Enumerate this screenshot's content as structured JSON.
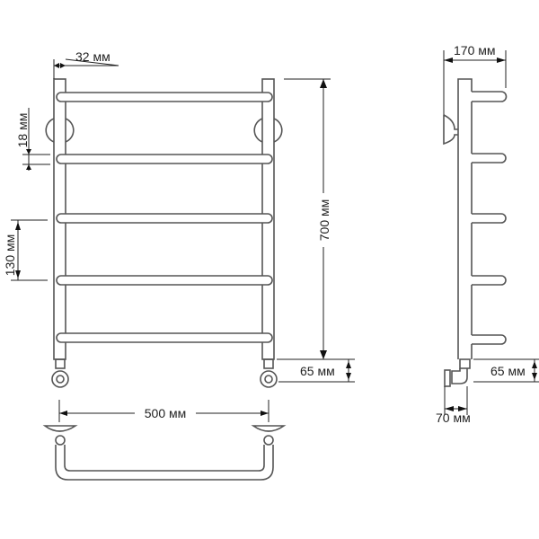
{
  "drawing": {
    "front_view": {
      "width_post": "32 мм",
      "rail_thickness": "18 мм",
      "rail_spacing": "130 мм",
      "height": "700 мм",
      "bottom_offset": "65 мм"
    },
    "bottom_view": {
      "center_distance": "500 мм"
    },
    "side_view": {
      "depth": "170 мм",
      "bottom_offset": "65 мм",
      "valve_depth": "70 мм"
    },
    "line_color": "#555555",
    "rail_count": 5
  }
}
